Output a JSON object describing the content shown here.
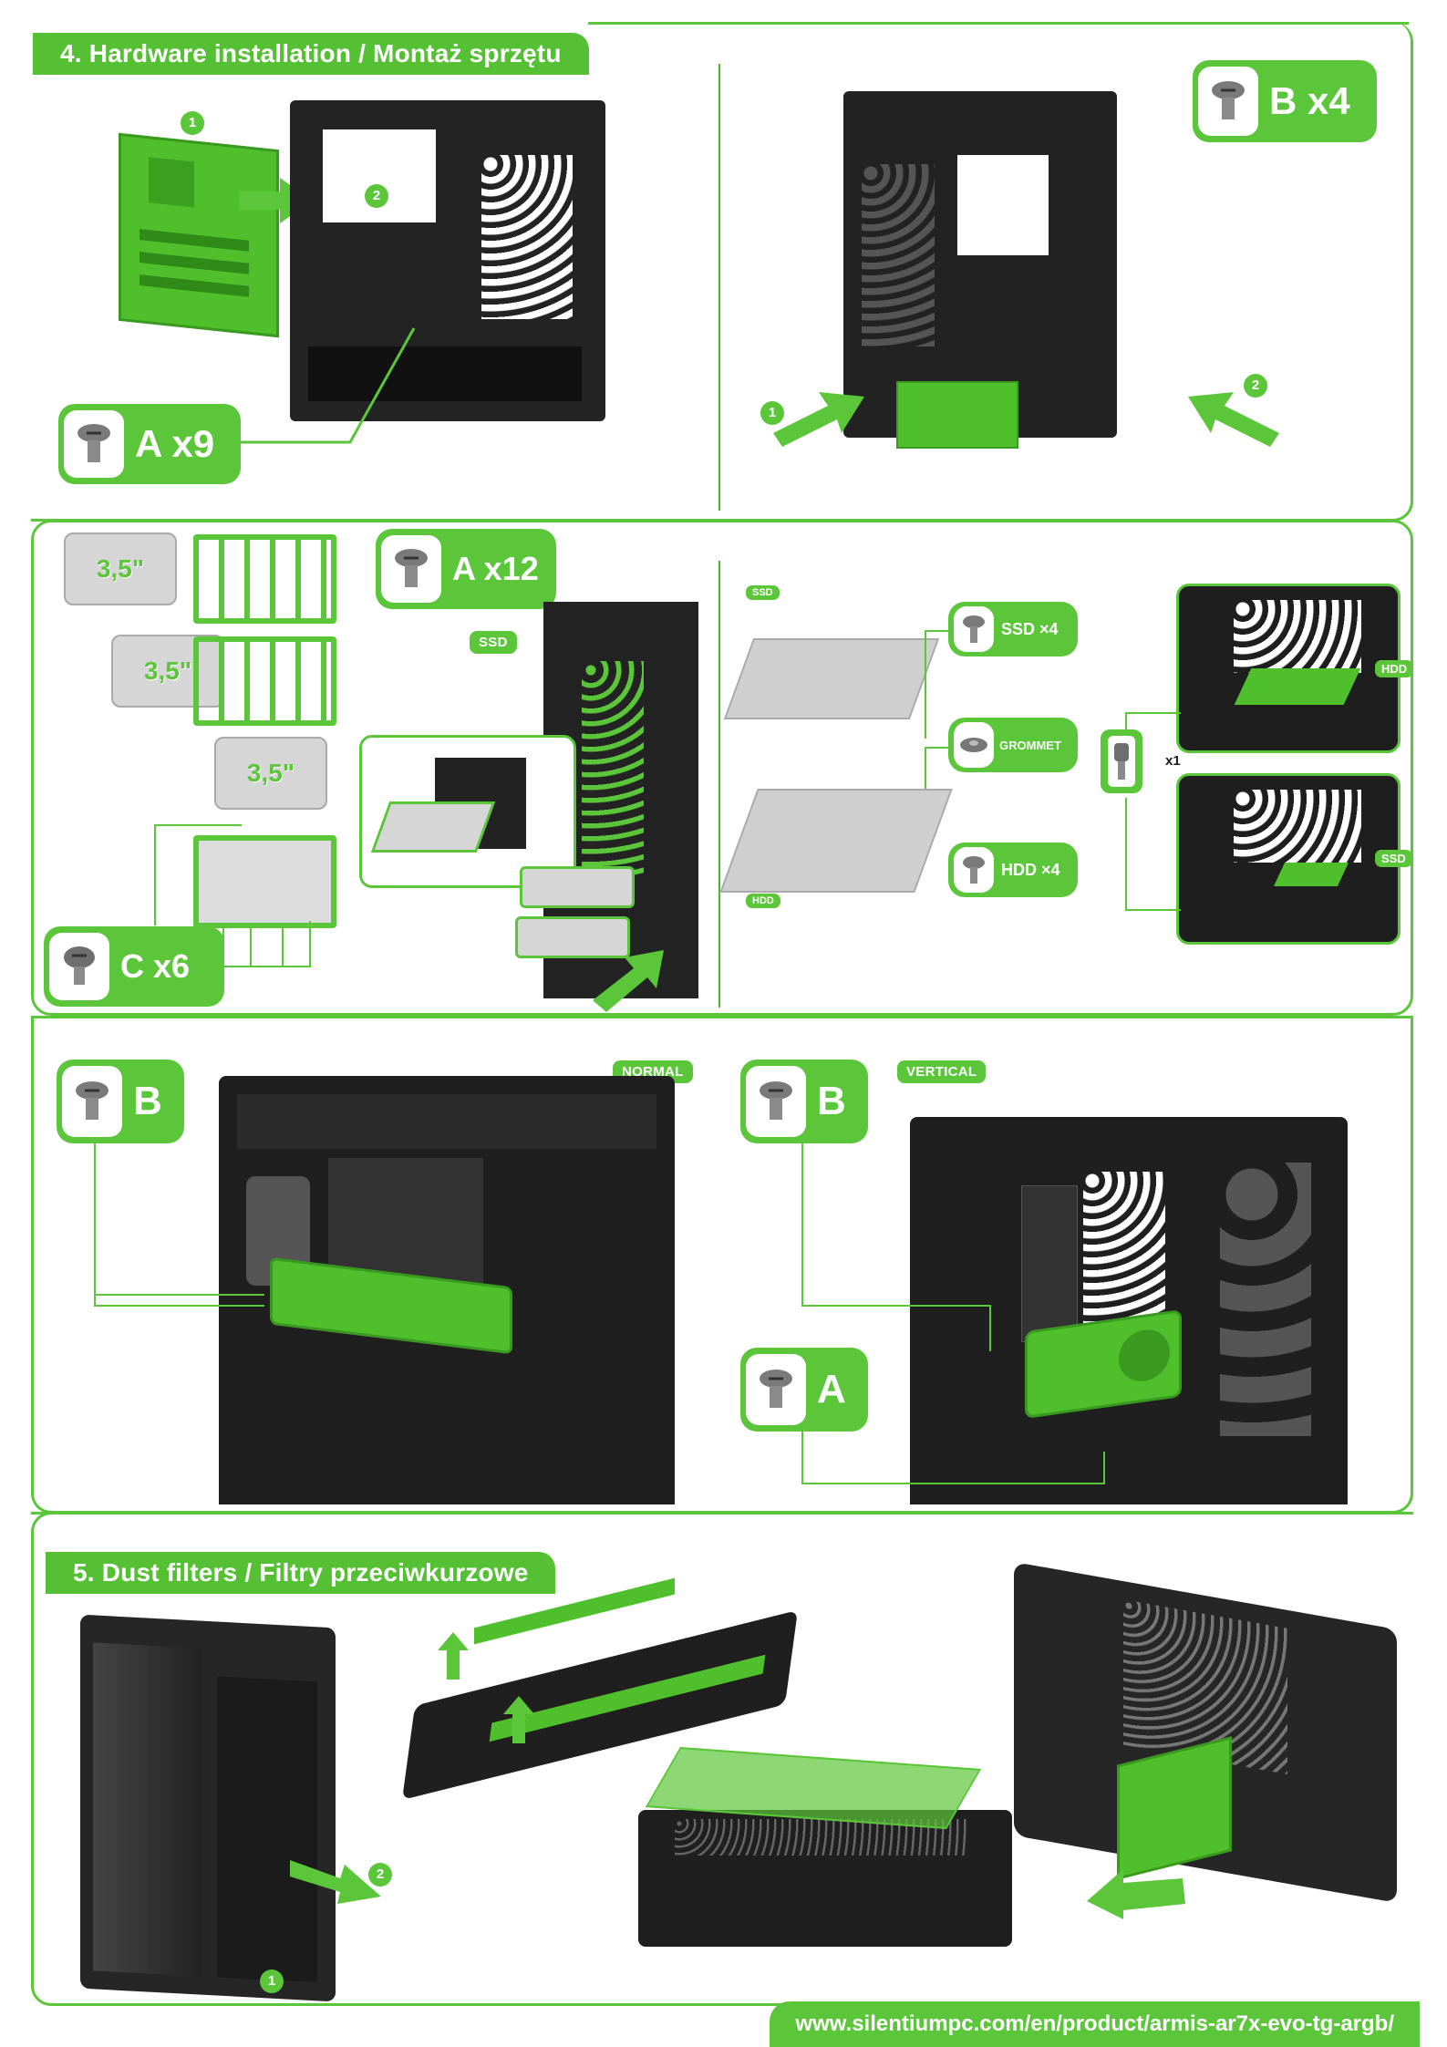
{
  "sections": {
    "hardware_title": "4. Hardware installation / Montaż sprzętu",
    "dust_title": "5. Dust filters / Filtry przeciwkurzowe"
  },
  "badges": {
    "a9": "A x9",
    "b4": "B x4",
    "a12": "A x12",
    "c6": "C x6",
    "ssd4": "SSD ×4",
    "grommet": "GROMMET",
    "hdd4": "HDD ×4",
    "b_normal": "B",
    "b_vertical": "B",
    "a_vertical": "A"
  },
  "tags": {
    "ssd": "SSD",
    "normal": "NORMAL",
    "vertical": "VERTICAL",
    "small_ssd": "SSD",
    "small_hdd": "HDD",
    "hdd_side": "HDD",
    "ssd_side": "SSD",
    "x1": "x1"
  },
  "drive_labels": [
    "3,5\"",
    "3,5\"",
    "3,5\""
  ],
  "steps": [
    "1",
    "2"
  ],
  "footer_url": "www.silentiumpc.com/en/product/armis-ar7x-evo-tg-argb/",
  "colors": {
    "accent": "#5cc63a",
    "case": "#1f1f1f"
  }
}
